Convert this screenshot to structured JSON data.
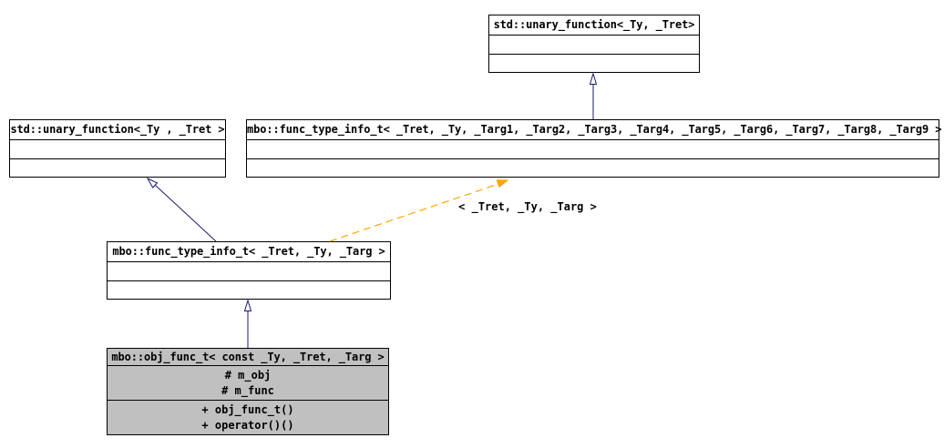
{
  "diagram": {
    "kind": "uml-class-inheritance-graph",
    "colors": {
      "background": "#ffffff",
      "node_border": "#000000",
      "node_fill": "#ffffff",
      "focused_node_fill": "#c0c0c0",
      "text": "#000000",
      "inheritance_edge": "#191970",
      "template_edge": "#ffa500"
    },
    "nodes": [
      {
        "id": "unary-function-top",
        "title": "std::unary_function<_Ty, _Tret>",
        "attributes": [],
        "methods": []
      },
      {
        "id": "unary-function-left",
        "title": "std::unary_function<_Ty , _Tret >",
        "attributes": [],
        "methods": []
      },
      {
        "id": "func-type-info-wide",
        "title": "mbo::func_type_info_t< _Tret, _Ty, _Targ1, _Targ2, _Targ3, _Targ4, _Targ5, _Targ6, _Targ7, _Targ8, _Targ9 >",
        "attributes": [],
        "methods": []
      },
      {
        "id": "func-type-info",
        "title": "mbo::func_type_info_t< _Tret, _Ty, _Targ >",
        "attributes": [],
        "methods": []
      },
      {
        "id": "obj-func",
        "title": "mbo::obj_func_t< const _Ty, _Tret, _Targ >",
        "highlighted": true,
        "attributes": [
          "# m_obj",
          "# m_func"
        ],
        "methods": [
          "+ obj_func_t()",
          "+ operator()()"
        ]
      }
    ],
    "edges": [
      {
        "type": "public-inheritance",
        "from": "func-type-info-wide",
        "to": "unary-function-top"
      },
      {
        "type": "public-inheritance",
        "from": "func-type-info",
        "to": "unary-function-left"
      },
      {
        "type": "template-instantiation",
        "from": "func-type-info",
        "to": "func-type-info-wide",
        "label": "< _Tret, _Ty, _Targ >"
      },
      {
        "type": "public-inheritance",
        "from": "obj-func",
        "to": "func-type-info"
      }
    ]
  }
}
